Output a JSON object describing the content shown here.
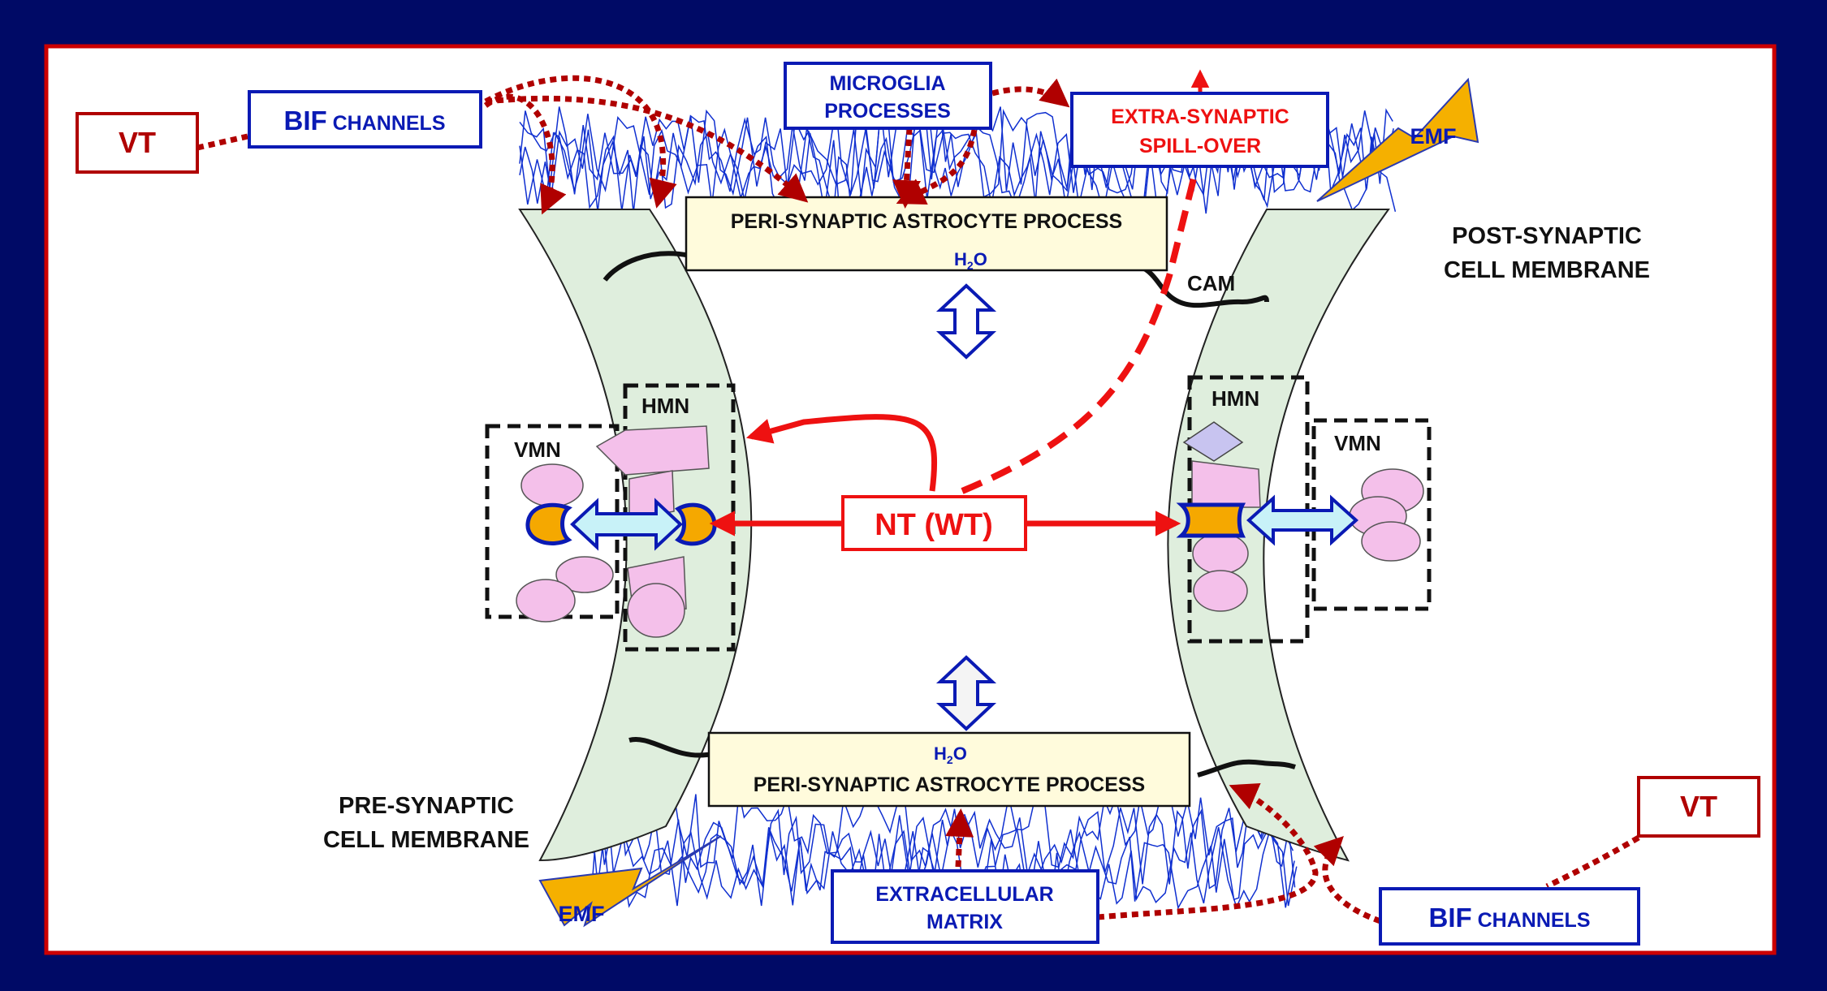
{
  "labels": {
    "vt_left": "VT",
    "vt_right": "VT",
    "bif_left": {
      "big": "BIF",
      "small": " CHANNELS"
    },
    "bif_right": {
      "big": "BIF",
      "small": " CHANNELS"
    },
    "microglia": [
      "MICROGLIA",
      "PROCESSES"
    ],
    "spillover": [
      "EXTRA-SYNAPTIC",
      "SPILL-OVER"
    ],
    "emf_top": "EMF",
    "emf_bottom": "EMF",
    "pap_top": "PERI-SYNAPTIC ASTROCYTE PROCESS",
    "pap_bottom": "PERI-SYNAPTIC ASTROCYTE PROCESS",
    "h2o_main": "H",
    "h2o_sub": "2",
    "h2o_tail": "O",
    "post_synaptic": [
      "POST-SYNAPTIC",
      "CELL MEMBRANE"
    ],
    "pre_synaptic": [
      "PRE-SYNAPTIC",
      "CELL MEMBRANE"
    ],
    "cam": "CAM",
    "hmn_left": "HMN",
    "hmn_right": "HMN",
    "vmn_left": "VMN",
    "vmn_right": "VMN",
    "nt": "NT (WT)",
    "ecm": [
      "EXTRACELLULAR",
      "MATRIX"
    ]
  },
  "colors": {
    "background": "#000a66",
    "frame_border": "#cc0000",
    "box_blue": "#0a1ab4",
    "box_red": "#b00000",
    "arrow_red": "#ee1111",
    "membrane": "#dfeedd",
    "astro_box": "#fffbdc",
    "pink": "#f4c0ea",
    "orange": "#f5a800",
    "light_blue": "#c8f2f8",
    "matrix_line": "#1030d0"
  }
}
